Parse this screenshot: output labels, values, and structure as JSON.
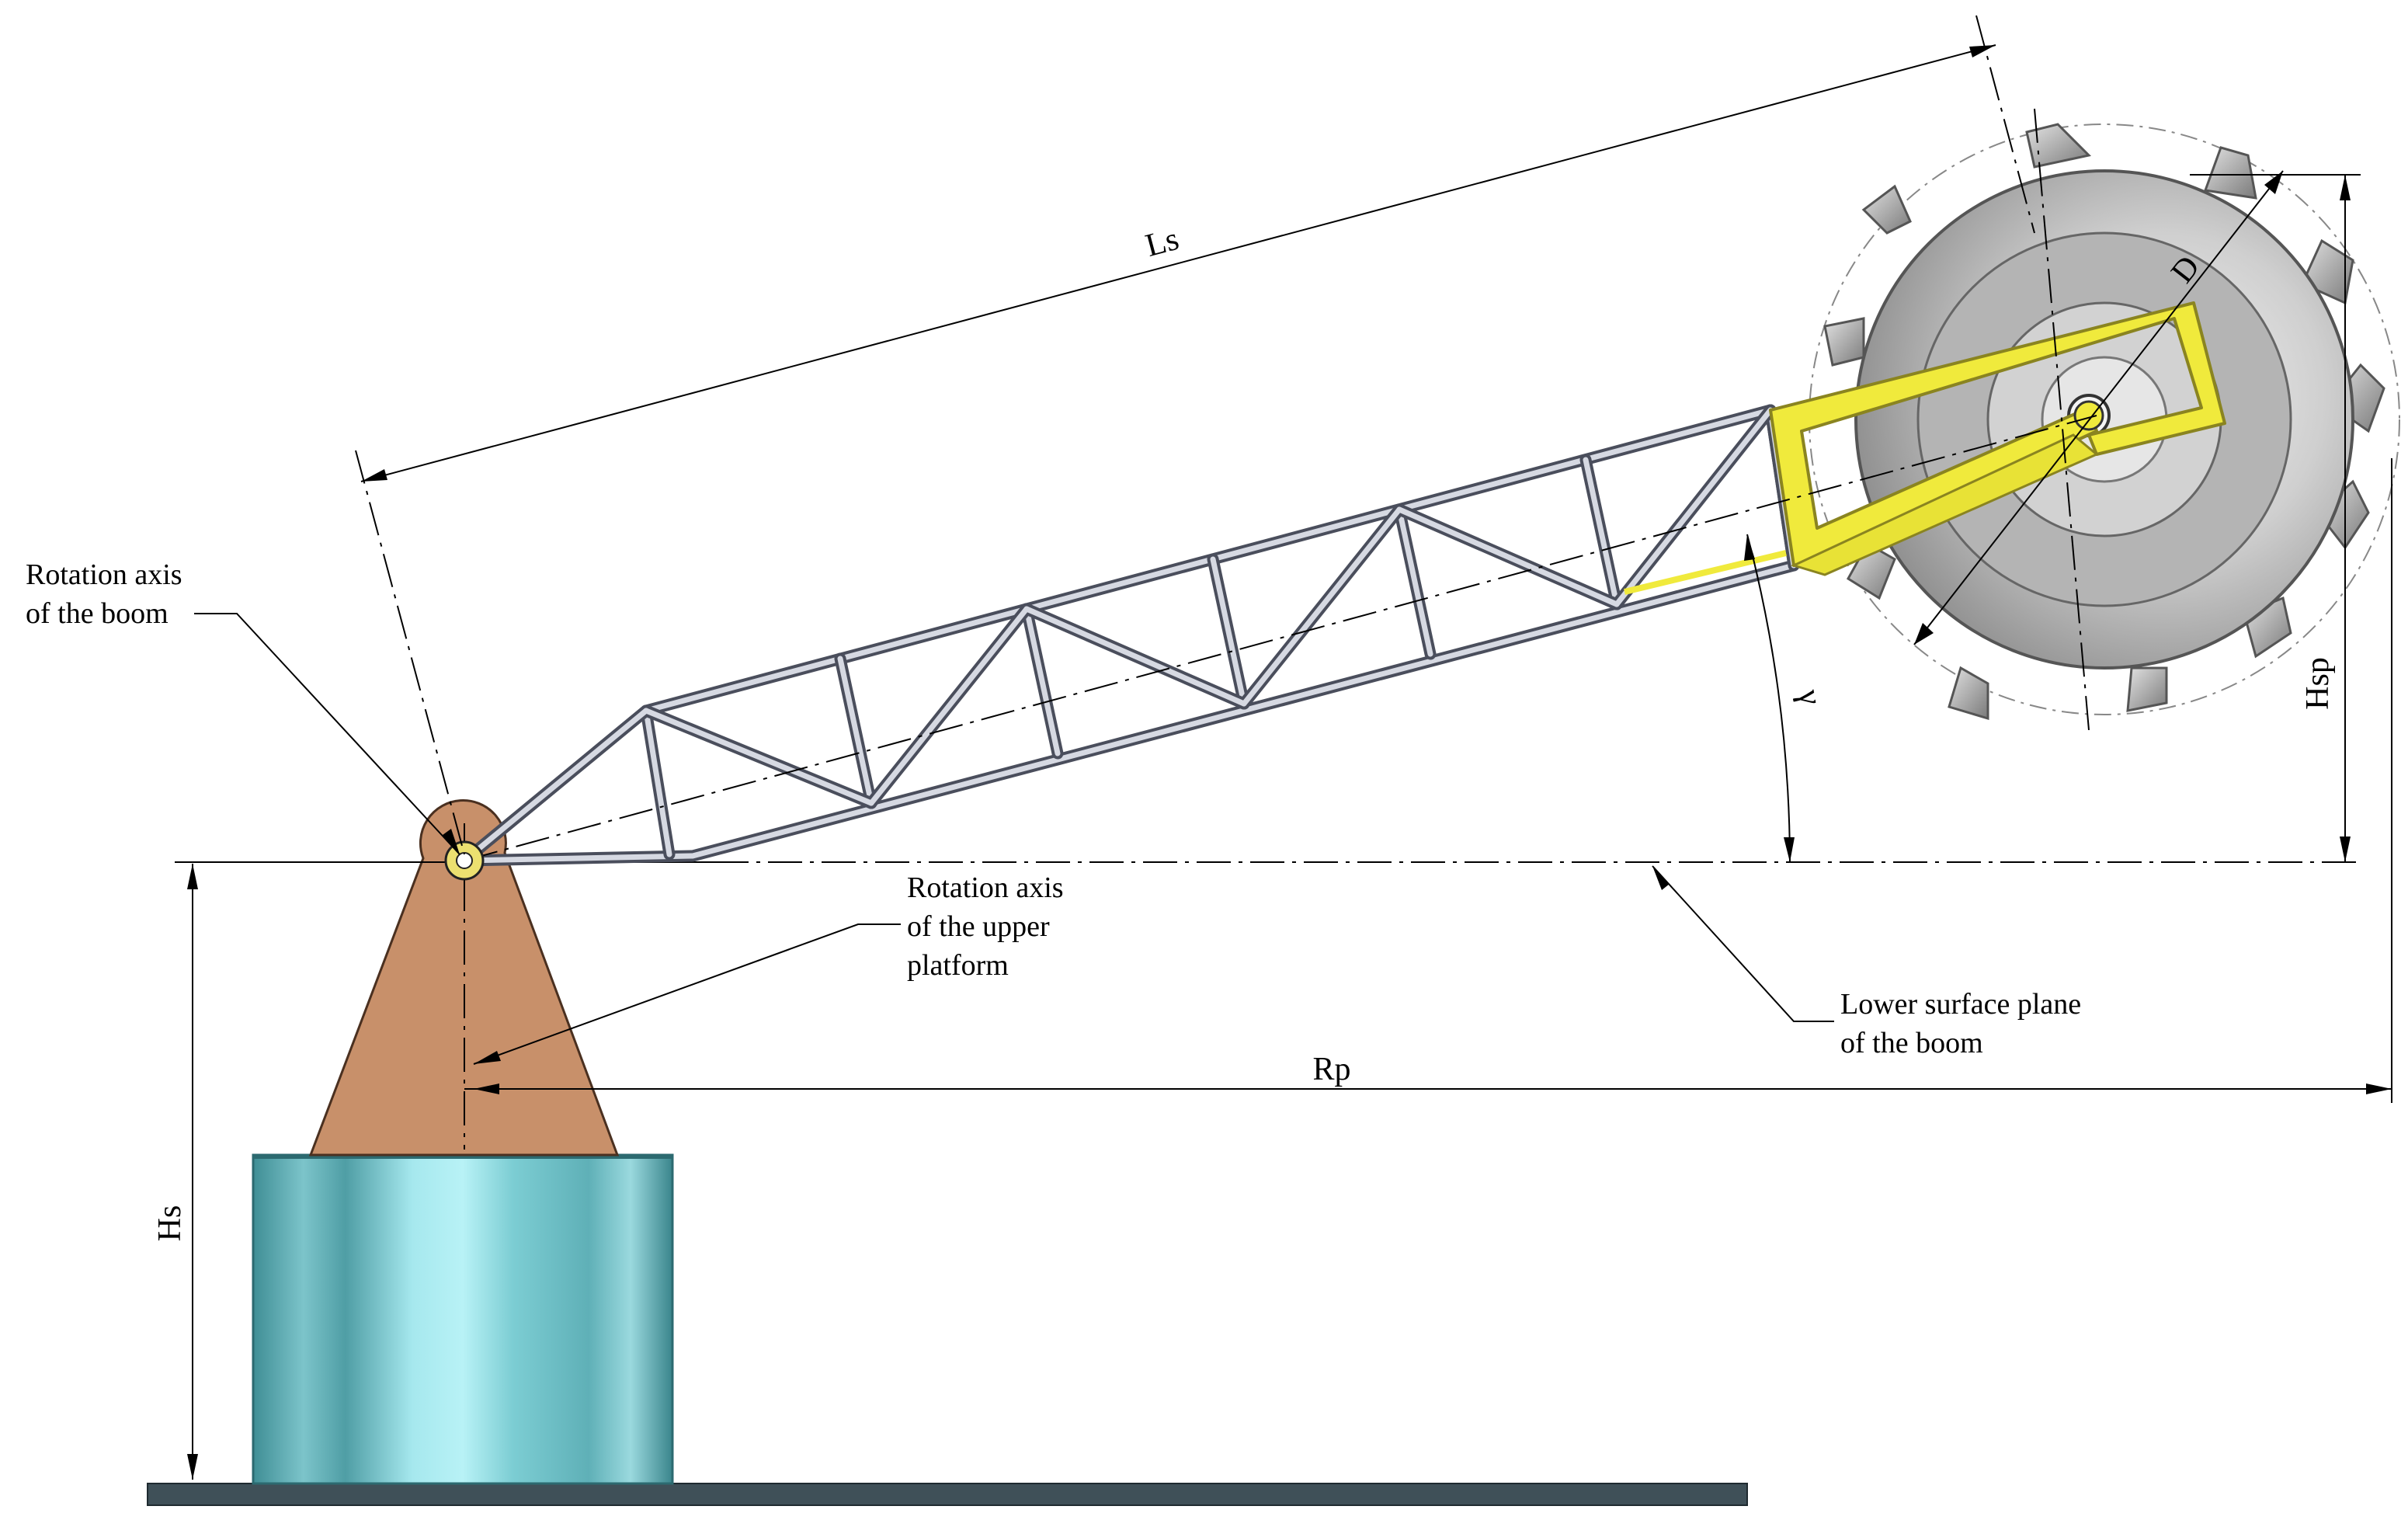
{
  "labels": {
    "boom_rotation_axis": [
      "Rotation axis",
      "of the boom"
    ],
    "platform_rotation_axis": [
      "Rotation axis",
      "of the upper",
      "platform"
    ],
    "lower_surface_plane": [
      "Lower surface plane",
      "of the boom"
    ]
  },
  "dimensions": {
    "boom_length": "Ls",
    "wheel_diameter": "D",
    "slewing_radius": "Rp",
    "base_height": "Hs",
    "wheel_height": "Hsp",
    "boom_angle": "γ"
  },
  "colors": {
    "pedestal": "#c8906a",
    "undercarriage": "#8fd6dc",
    "ground": "#3f5058",
    "truss": "#4a4e5c",
    "wheel_frame": "#f0ea3c",
    "wheel_body": "#c8c8c8"
  }
}
